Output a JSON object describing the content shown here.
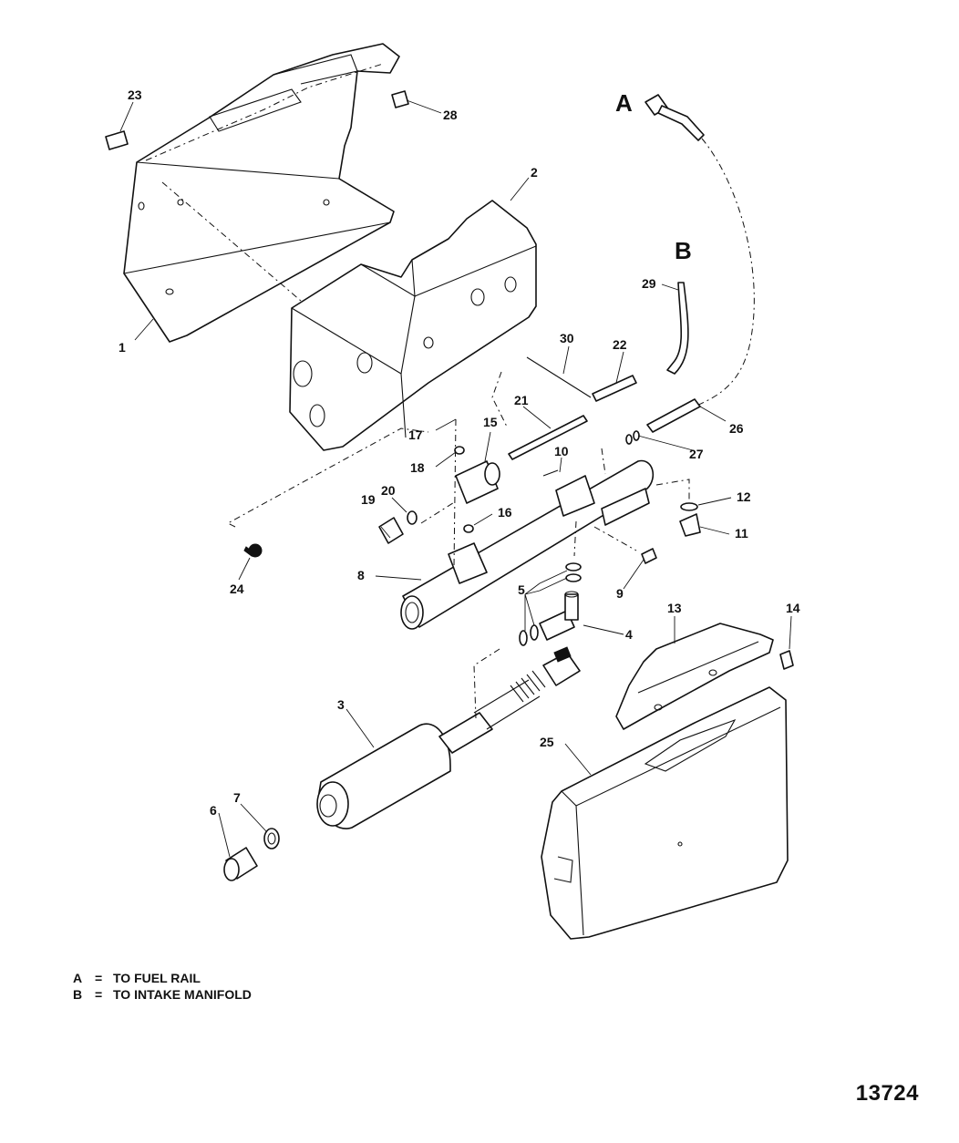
{
  "callouts": {
    "c1": "1",
    "c2": "2",
    "c3": "3",
    "c4": "4",
    "c5": "5",
    "c6": "6",
    "c7": "7",
    "c8": "8",
    "c9": "9",
    "c10": "10",
    "c11": "11",
    "c12": "12",
    "c13": "13",
    "c14": "14",
    "c15": "15",
    "c16": "16",
    "c17": "17",
    "c18": "18",
    "c19": "19",
    "c20": "20",
    "c21": "21",
    "c22": "22",
    "c23": "23",
    "c24": "24",
    "c25": "25",
    "c26": "26",
    "c27": "27",
    "c28": "28",
    "c29": "29",
    "c30": "30"
  },
  "references": {
    "a": "A",
    "b": "B"
  },
  "legend": [
    {
      "key": "A",
      "eq": "=",
      "text": "TO FUEL RAIL"
    },
    {
      "key": "B",
      "eq": "=",
      "text": "TO INTAKE MANIFOLD"
    }
  ],
  "drawing_number": "13724"
}
